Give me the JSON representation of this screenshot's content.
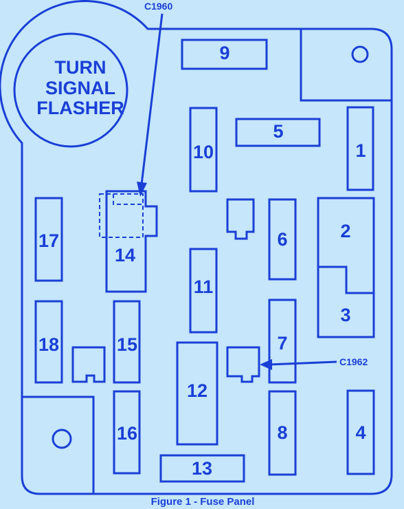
{
  "flasher": {
    "line1": "TURN",
    "line2": "SIGNAL",
    "line3": "FLASHER"
  },
  "connectors": {
    "c1960": "C1960",
    "c1962": "C1962"
  },
  "caption": "Figure 1 - Fuse Panel",
  "fuses": {
    "f1": "1",
    "f2": "2",
    "f3": "3",
    "f4": "4",
    "f5": "5",
    "f6": "6",
    "f7": "7",
    "f8": "8",
    "f9": "9",
    "f10": "10",
    "f11": "11",
    "f12": "12",
    "f13": "13",
    "f14": "14",
    "f15": "15",
    "f16": "16",
    "f17": "17",
    "f18": "18"
  },
  "colors": {
    "background": "#c5e6fb",
    "ink": "#1a3fd6"
  }
}
